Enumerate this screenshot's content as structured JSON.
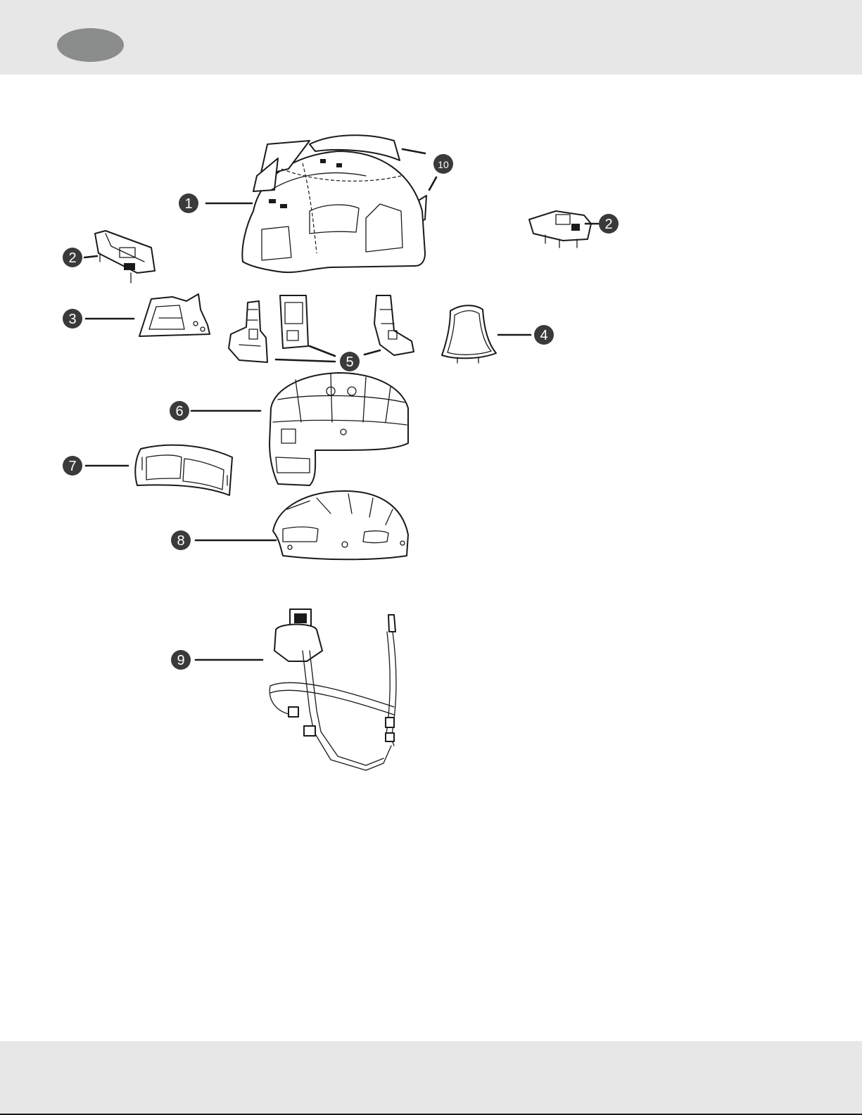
{
  "callouts": {
    "c1": "1",
    "c2a": "2",
    "c2b": "2",
    "c3": "3",
    "c4": "4",
    "c5": "5",
    "c6": "6",
    "c7": "7",
    "c8": "8",
    "c9": "9",
    "c10": "10"
  },
  "colors": {
    "band": "#e6e7e6",
    "oval": "#8b8c8c",
    "ink": "#1a1a1a",
    "badge": "#3a3a3a"
  }
}
